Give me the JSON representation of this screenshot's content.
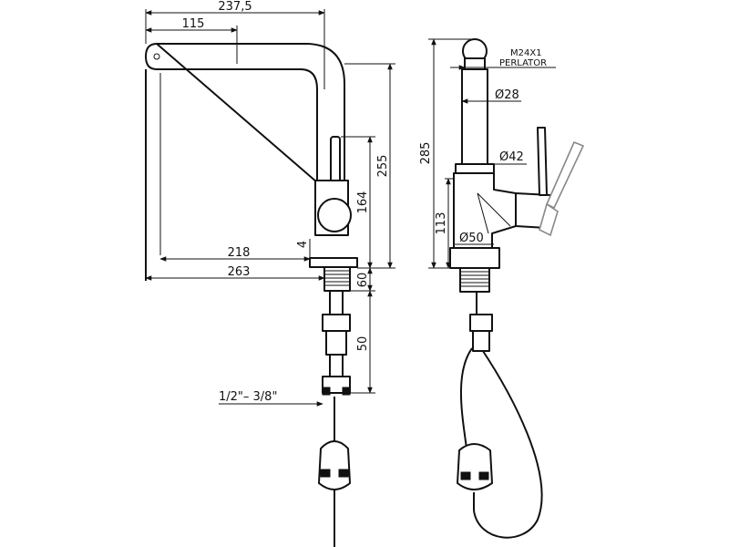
{
  "drawing": {
    "dimensions": {
      "d237": "237,5",
      "d115": "115",
      "d255": "255",
      "d164": "164",
      "d218": "218",
      "d4": "4",
      "d263": "263",
      "d60": "60",
      "d50v": "50",
      "pipe": "1/2\"– 3/8\"",
      "d285": "285",
      "d113": "113",
      "d28": "Ø28",
      "d42": "Ø42",
      "d50": "Ø50"
    },
    "notes": {
      "thread": "M24X1",
      "perlator": "PERLATOR"
    }
  }
}
